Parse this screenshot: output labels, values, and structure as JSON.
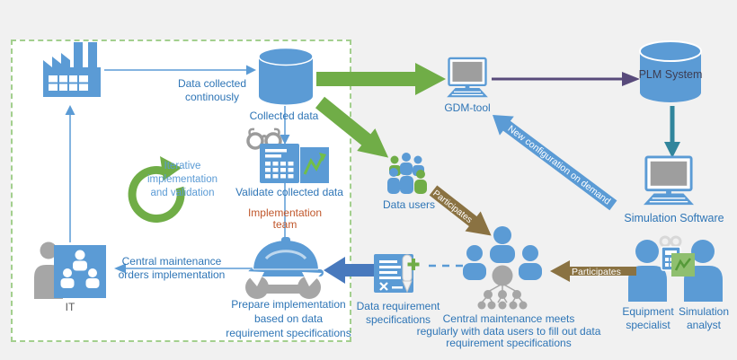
{
  "colors": {
    "blue": "#5B9BD5",
    "label_blue": "#2E75B6",
    "green": "#70AD47",
    "dashed_border_green": "#A3CF8E",
    "gray": "#A6A6A6",
    "brown_arrow": "#8A7242",
    "team_text_brown": "#C0572B",
    "purple": "#584A7B",
    "teal": "#31859C",
    "background": "#F1F1F1"
  },
  "loop": {
    "data_collected_l1": "Data collected",
    "data_collected_l2": "continously",
    "collected_data": "Collected data",
    "validate": "Validate collected data",
    "impl_team_l1": "Implementation",
    "impl_team_l2": "team",
    "iterative_l1": "Iterative",
    "iterative_l2": "implementation",
    "iterative_l3": "and validation",
    "it_label": "IT",
    "orders_l1": "Central maintenance",
    "orders_l2": "orders implementation",
    "prepare_l1": "Prepare implementation",
    "prepare_l2": "based on data",
    "prepare_l3": "requirement specifications"
  },
  "right": {
    "gdm_tool": "GDM-tool",
    "plm_system": "PLM System",
    "new_config": "New configuration on demand",
    "simulation_software": "Simulation Software",
    "data_users": "Data users",
    "participates_1": "Participates",
    "participates_2": "Participates",
    "spec_l1": "Data requirement",
    "spec_l2": "specifications",
    "meets_l1": "Central maintenance meets",
    "meets_l2": "regularly with data users to fill out data",
    "meets_l3": "requirement specifications",
    "equipment_l1": "Equipment",
    "equipment_l2": "specialist",
    "analyst_l1": "Simulation",
    "analyst_l2": "analyst"
  }
}
